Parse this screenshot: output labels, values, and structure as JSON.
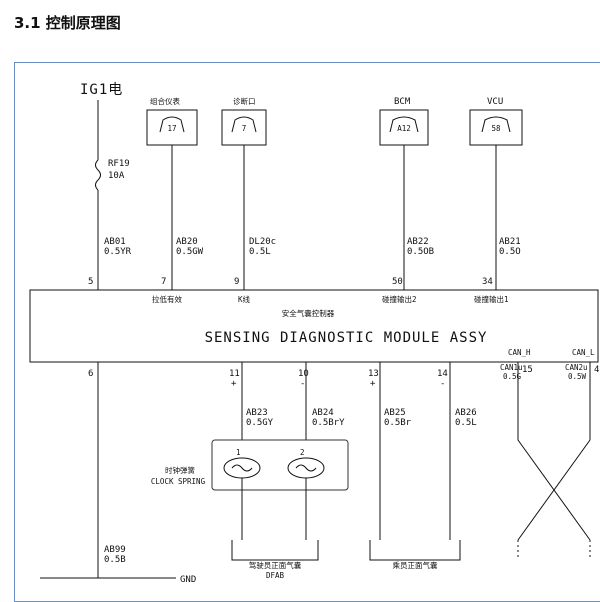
{
  "page": {
    "heading": "3.1 控制原理图"
  },
  "power": {
    "source_label": "IG1电",
    "fuse_id": "RF19",
    "fuse_rating": "10A"
  },
  "connectors": [
    {
      "name": "组合仪表",
      "pin": "17"
    },
    {
      "name": "诊断口",
      "pin": "7"
    },
    {
      "name": "BCM",
      "pin": "A12"
    },
    {
      "name": "VCU",
      "pin": "58"
    }
  ],
  "upper_wires": [
    {
      "id": "AB01",
      "spec": "0.5YR",
      "pin": "5",
      "function": ""
    },
    {
      "id": "AB20",
      "spec": "0.5GW",
      "pin": "7",
      "function": "拉低有效"
    },
    {
      "id": "DL20c",
      "spec": "0.5L",
      "pin": "9",
      "function": "K线"
    },
    {
      "id": "AB22",
      "spec": "0.5OB",
      "pin": "50",
      "function": "碰撞输出2"
    },
    {
      "id": "AB21",
      "spec": "0.5O",
      "pin": "34",
      "function": "碰撞输出1"
    }
  ],
  "module": {
    "cn_name": "安全气囊控制器",
    "en_name": "SENSING DIAGNOSTIC MODULE ASSY"
  },
  "lower_pins": [
    {
      "pin": "6",
      "sign": ""
    },
    {
      "pin": "11",
      "sign": "+"
    },
    {
      "pin": "10",
      "sign": "-"
    },
    {
      "pin": "13",
      "sign": "+"
    },
    {
      "pin": "14",
      "sign": "-"
    },
    {
      "pin": "15",
      "sign": ""
    },
    {
      "pin": "4",
      "sign": ""
    }
  ],
  "lower_wires": [
    {
      "id": "AB23",
      "spec": "0.5GY"
    },
    {
      "id": "AB24",
      "spec": "0.5BrY"
    },
    {
      "id": "AB25",
      "spec": "0.5Br"
    },
    {
      "id": "AB26",
      "spec": "0.5L"
    }
  ],
  "can": {
    "high_label": "CAN_H",
    "low_label": "CAN_L",
    "high_wire": "CAN1u",
    "high_spec": "0.5G",
    "low_wire": "CAN2u",
    "low_spec": "0.5W"
  },
  "clock_spring": {
    "cn_name": "时钟弹簧",
    "en_name": "CLOCK SPRING",
    "pin_a": "1",
    "pin_b": "2"
  },
  "driver_airbag": {
    "cn_name": "驾驶员正面气囊",
    "code": "DFAB"
  },
  "passenger_airbag": {
    "cn_name": "乘员正面气囊"
  },
  "ground": {
    "wire_id": "AB99",
    "spec": "0.5B",
    "label": "GND"
  }
}
